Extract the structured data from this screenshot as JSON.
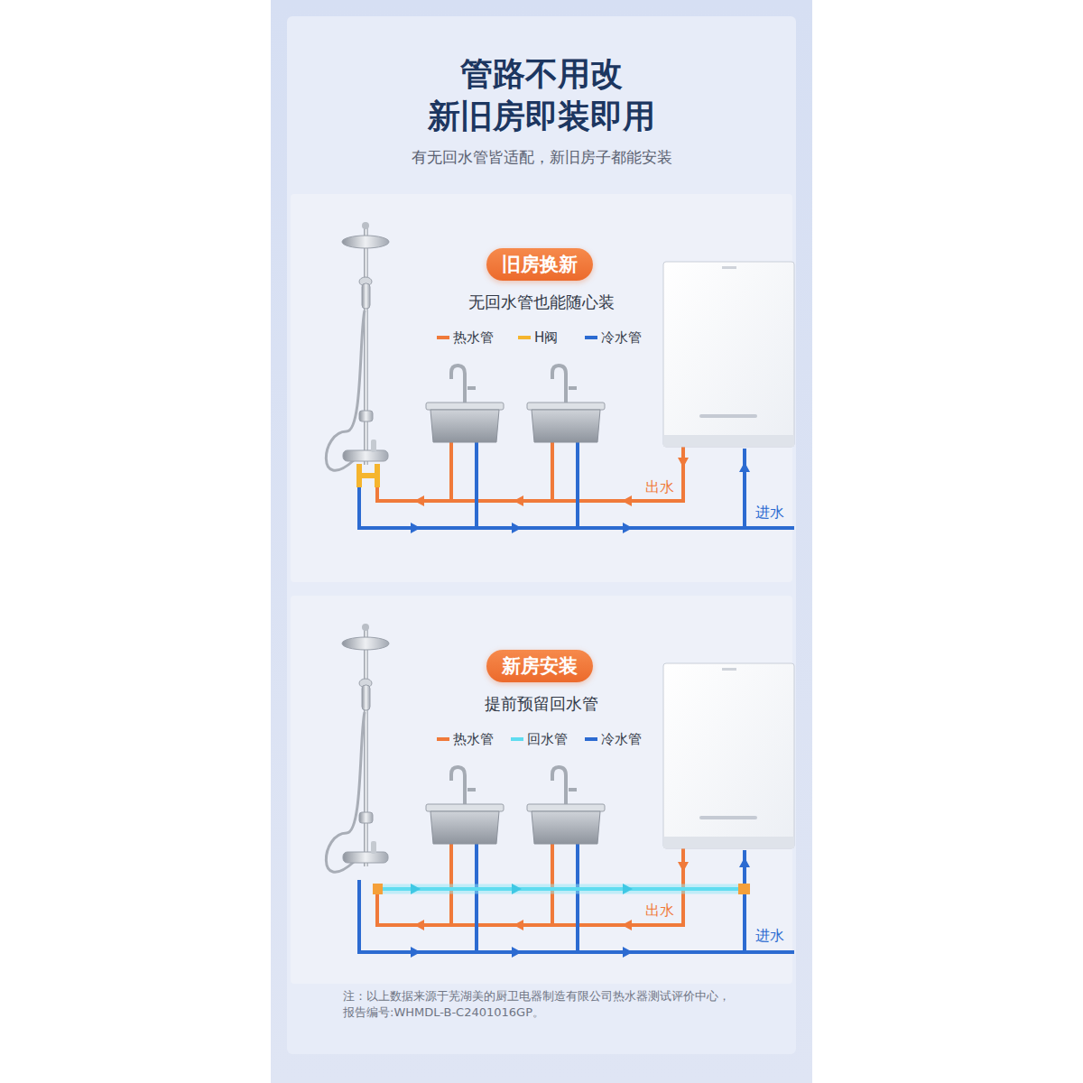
{
  "diagram": {
    "title": "管路不用改 新旧房即装即用",
    "caption": "注：以上数据来源于芜湖美的厨卫电器制造有限公司热水器测试评价中心， 报告编号:WHMDL-B-C2401016GP。",
    "nodes": [
      {
        "text": [
          "旧房换新"
        ]
      },
      {
        "text": [
          "新房安装"
        ]
      }
    ],
    "labels": [
      "有无回水管皆适配，新旧房子都能安装",
      "无回水管也能随心装",
      "出水",
      "进水",
      "提前预留回水管",
      "出水",
      "进水"
    ],
    "legend": [
      {
        "text": "热水管",
        "color": "#f07a3a"
      },
      {
        "text": "H阀",
        "color": "#f5b52e"
      },
      {
        "text": "冷水管",
        "color": "#2c6bd1"
      },
      {
        "text": "热水管",
        "color": "#f07a3a"
      },
      {
        "text": "回水管",
        "color": "#5fdcf0"
      },
      {
        "text": "冷水管",
        "color": "#2c6bd1"
      }
    ]
  }
}
